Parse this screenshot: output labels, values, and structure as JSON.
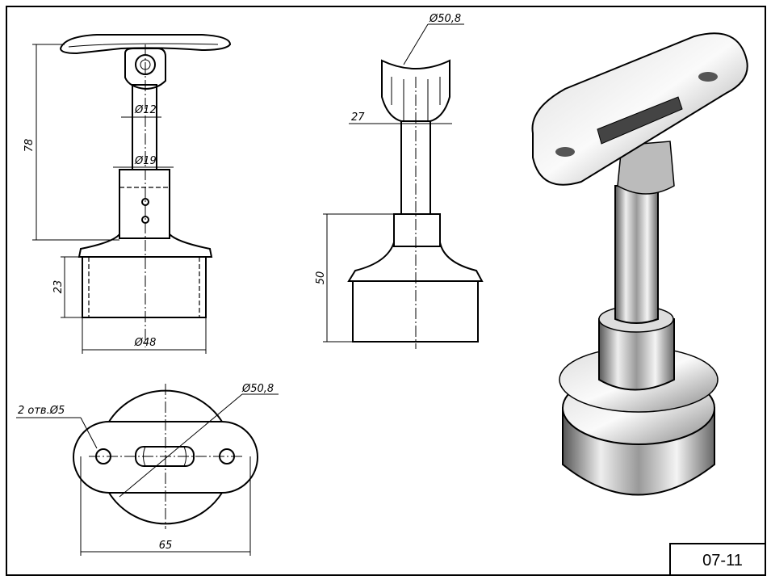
{
  "front_view": {
    "height": "78",
    "stem_dia": "Ø12",
    "collar_dia": "Ø19",
    "base_height": "23",
    "base_dia": "Ø48"
  },
  "side_view": {
    "saddle_dia": "Ø50,8",
    "width": "27",
    "height": "50"
  },
  "top_view": {
    "holes": "2 отв.Ø5",
    "saddle_dia": "Ø50,8",
    "length": "65"
  },
  "title_block": {
    "code": "07-11"
  }
}
